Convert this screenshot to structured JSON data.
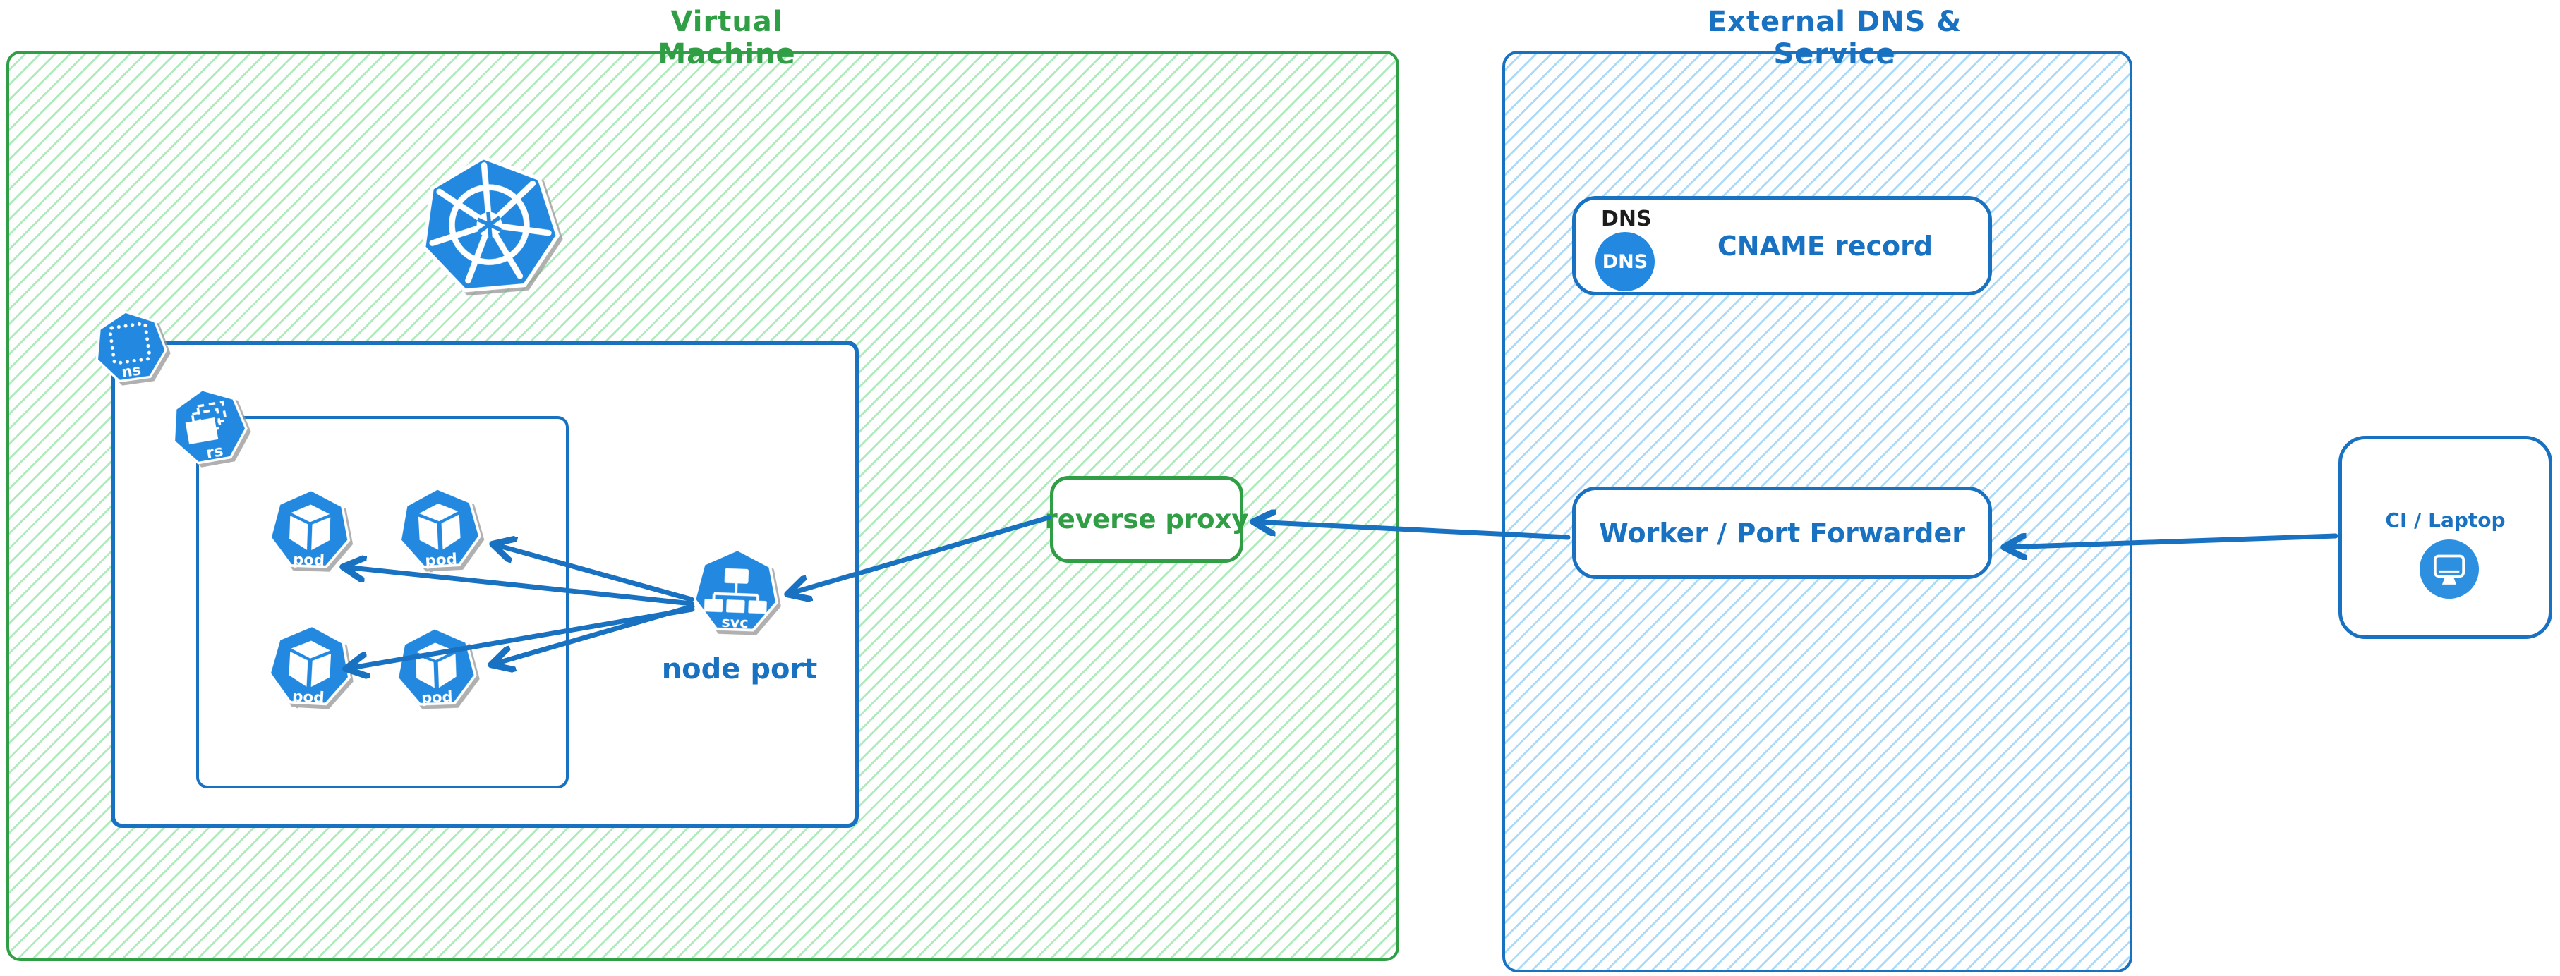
{
  "diagram": {
    "vm_region": {
      "title": "Virtual Machine"
    },
    "external_region": {
      "title": "External DNS & Service"
    },
    "k8s": {
      "ns_label": "ns",
      "rs_label": "rs",
      "pod_label": "pod",
      "svc_label": "svc",
      "node_port_label": "node port"
    },
    "reverse_proxy": {
      "label": "reverse proxy"
    },
    "dns_record": {
      "tag": "DNS",
      "icon_text": "DNS",
      "label": "CNAME record"
    },
    "worker": {
      "label": "Worker / Port Forwarder"
    },
    "ci": {
      "label": "CI / Laptop"
    },
    "colors": {
      "green_stroke": "#2f9e44",
      "green_hatch": "#aaeab7",
      "blue_stroke": "#1971c2",
      "blue_hatch": "#a5d8f8",
      "icon_blue": "#2389e0",
      "shadow_gray": "#a6a6a6",
      "dns_tag_black": "#1c1c1c"
    }
  }
}
